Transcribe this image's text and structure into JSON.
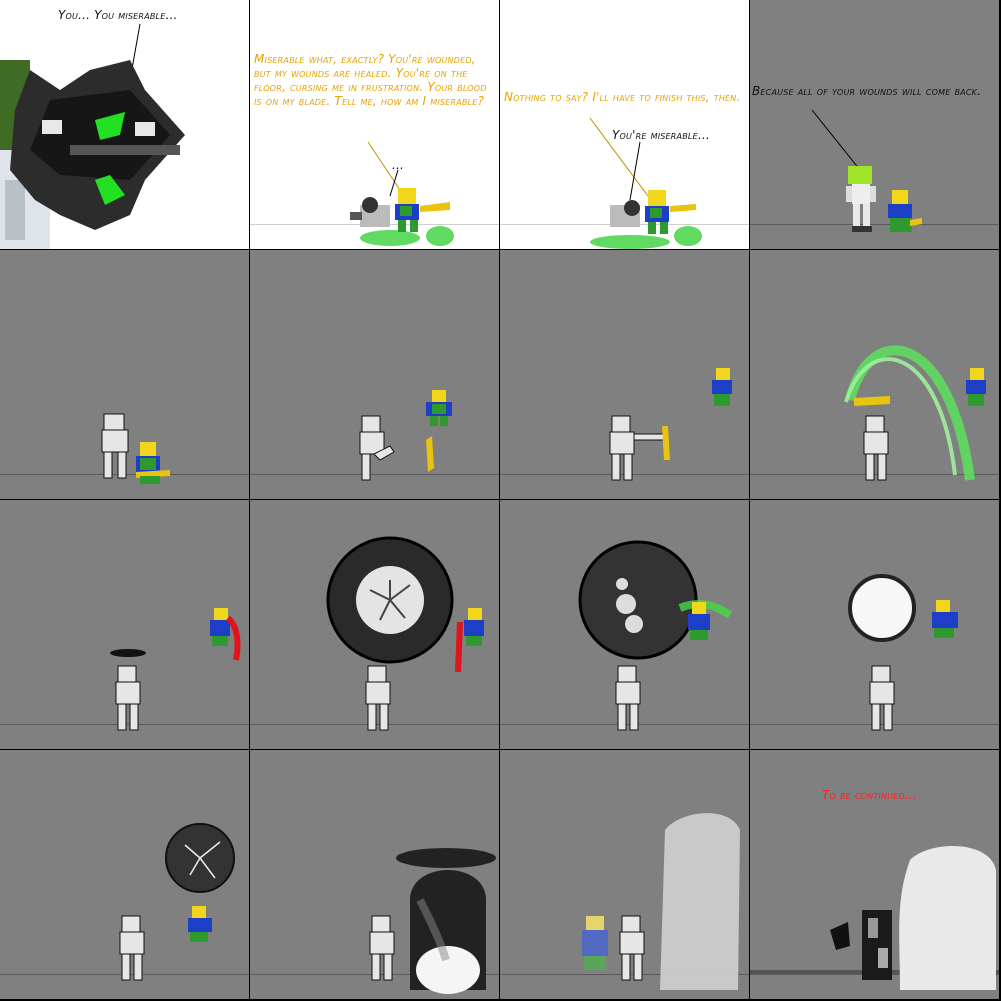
{
  "panels": [
    {
      "id": "p1",
      "background": "#ffffff",
      "caption": "You... You miserable..."
    },
    {
      "id": "p2",
      "background": "#ffffff",
      "caption": "Miserable what, exactly? You're wounded, but my wounds are healed. You're on the floor, cursing me in frustration. Your blood is on my blade. Tell me, how am I miserable?",
      "reply": "..."
    },
    {
      "id": "p3",
      "background": "#ffffff",
      "caption": "Nothing to say? I'll have to finish this, then.",
      "reply": "You're miserable..."
    },
    {
      "id": "p4",
      "background": "#808080",
      "caption": "Because all of your wounds will come back."
    },
    {
      "id": "p5",
      "background": "#808080"
    },
    {
      "id": "p6",
      "background": "#808080"
    },
    {
      "id": "p7",
      "background": "#808080"
    },
    {
      "id": "p8",
      "background": "#808080"
    },
    {
      "id": "p9",
      "background": "#808080"
    },
    {
      "id": "p10",
      "background": "#808080"
    },
    {
      "id": "p11",
      "background": "#808080"
    },
    {
      "id": "p12",
      "background": "#808080"
    },
    {
      "id": "p13",
      "background": "#808080"
    },
    {
      "id": "p14",
      "background": "#808080"
    },
    {
      "id": "p15",
      "background": "#808080"
    },
    {
      "id": "p16",
      "background": "#808080",
      "caption": "To be continued..."
    }
  ],
  "colors": {
    "caption_black": "#111111",
    "caption_orange": "#e8a400",
    "caption_red": "#ff1f1f",
    "hero_yellow": "#f2d61c",
    "hero_blue": "#1d3fc7",
    "hero_green": "#2e9a2e",
    "villain_green": "#22e022",
    "panel_gray": "#808080",
    "blood_red": "#e0141e"
  }
}
